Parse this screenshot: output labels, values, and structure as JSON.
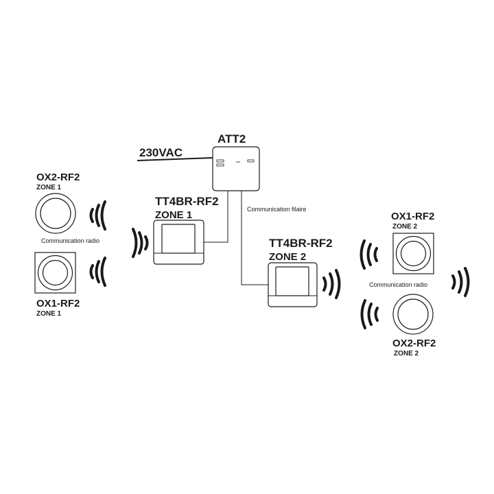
{
  "power": {
    "label": "230VAC"
  },
  "att2": {
    "label": "ATT2"
  },
  "links": {
    "wired": "Communication filaire",
    "radio_left": "Communication radio",
    "radio_right": "Communication radio"
  },
  "zone1": {
    "thermostat": {
      "model": "TT4BR-RF2",
      "zone": "ZONE 1"
    },
    "sensor_round": {
      "model": "OX2-RF2",
      "zone": "ZONE 1"
    },
    "sensor_square": {
      "model": "OX1-RF2",
      "zone": "ZONE 1"
    }
  },
  "zone2": {
    "thermostat": {
      "model": "TT4BR-RF2",
      "zone": "ZONE 2"
    },
    "sensor_square": {
      "model": "OX1-RF2",
      "zone": "ZONE 2"
    },
    "sensor_round": {
      "model": "OX2-RF2",
      "zone": "ZONE 2"
    }
  },
  "colors": {
    "ink": "#1a1a1a",
    "background": "#ffffff"
  }
}
